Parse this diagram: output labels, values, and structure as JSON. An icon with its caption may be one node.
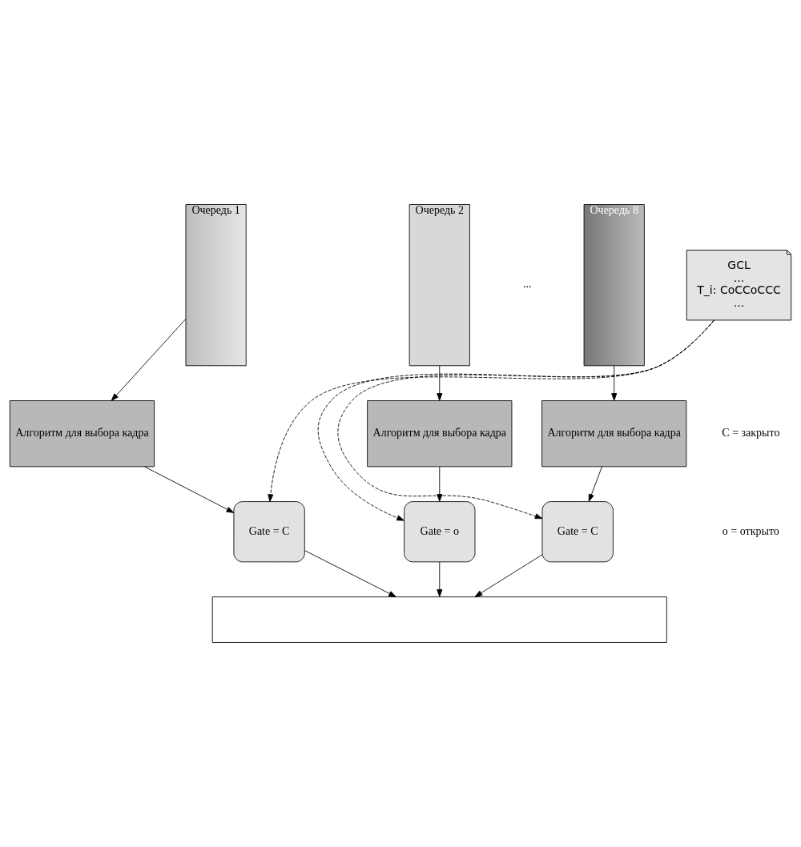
{
  "diagram": {
    "nodes": [
      {
        "text": [
          "Очередь 1"
        ]
      },
      {
        "text": [
          "Очередь 2"
        ]
      },
      {
        "text": [
          "Очередь 8"
        ]
      },
      {
        "text": [
          "GCL",
          "...",
          "T_i: CoCCoCCC",
          "..."
        ]
      },
      {
        "text": [
          "Алгоритм для выбора кадра"
        ]
      },
      {
        "text": [
          "Алгоритм для выбора кадра"
        ]
      },
      {
        "text": [
          "Алгоритм для выбора кадра"
        ]
      },
      {
        "text": [
          "Gate = C"
        ]
      },
      {
        "text": [
          "Gate = o"
        ]
      },
      {
        "text": [
          "Gate = C"
        ]
      },
      {
        "text": [],
        "shape": "trapezoid"
      }
    ],
    "edges": [
      {
        "from": 0,
        "to": 4,
        "arrow": "to"
      },
      {
        "from": 1,
        "to": 5,
        "arrow": "to"
      },
      {
        "from": 2,
        "to": 6,
        "arrow": "to"
      },
      {
        "from": 4,
        "to": 7,
        "arrow": "to"
      },
      {
        "from": 5,
        "to": 8,
        "arrow": "to"
      },
      {
        "from": 6,
        "to": 9,
        "arrow": "to"
      },
      {
        "from": 7,
        "to": 10,
        "arrow": "to"
      },
      {
        "from": 8,
        "to": 10,
        "arrow": "to"
      },
      {
        "from": 9,
        "to": 10,
        "arrow": "to"
      },
      {
        "from": 3,
        "to": 7,
        "arrow": "to",
        "style": "dashed"
      },
      {
        "from": 3,
        "to": 8,
        "arrow": "to",
        "style": "dashed"
      },
      {
        "from": 3,
        "to": 9,
        "arrow": "to",
        "style": "dashed"
      }
    ],
    "labels": [
      "...",
      "C = закрыто",
      "o = открыто"
    ]
  }
}
